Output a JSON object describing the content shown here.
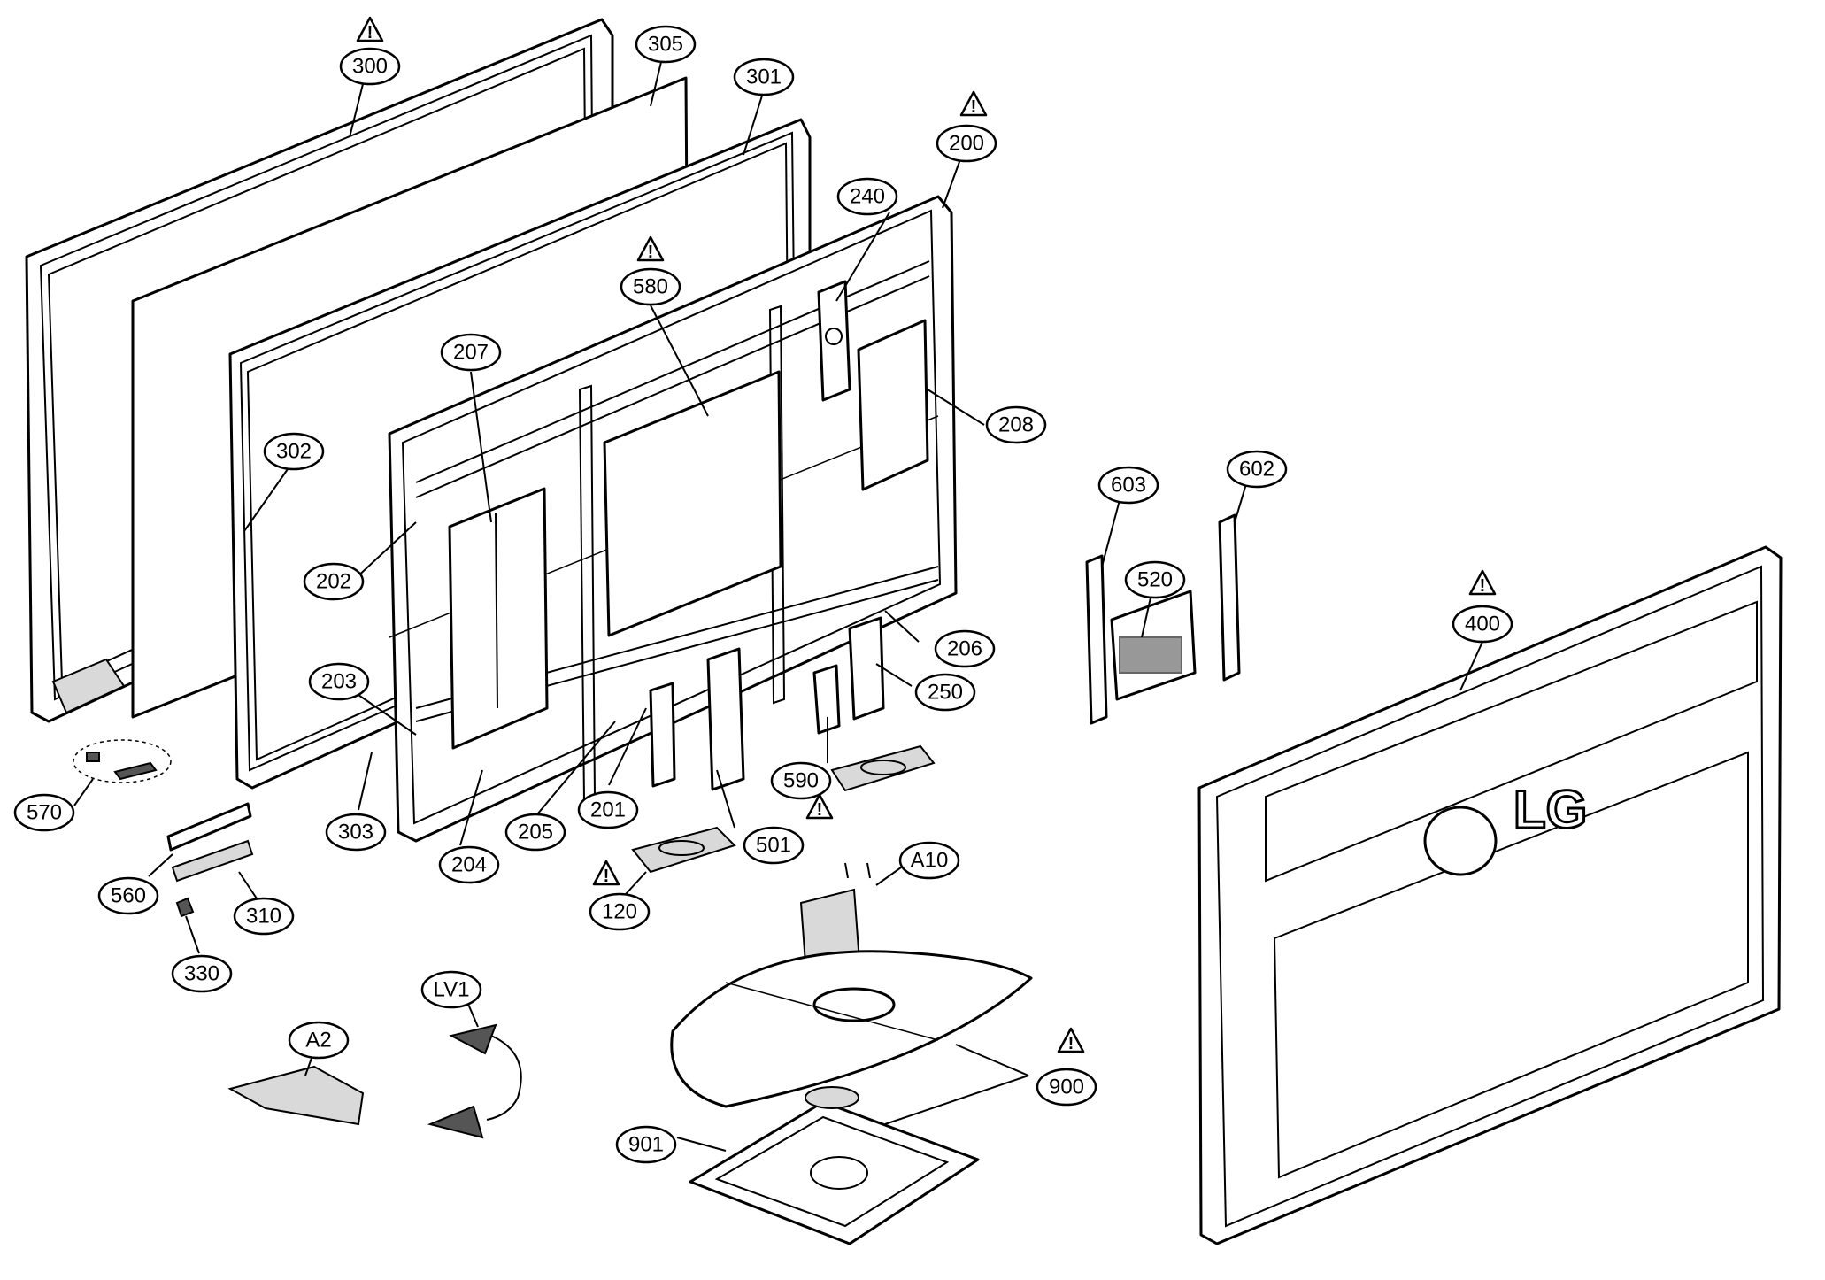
{
  "diagram": {
    "callouts": {
      "c300": "300",
      "c305": "305",
      "c301": "301",
      "c200": "200",
      "c240": "240",
      "c580": "580",
      "c207": "207",
      "c208": "208",
      "c302": "302",
      "c202": "202",
      "c203": "203",
      "c206": "206",
      "c250": "250",
      "c590": "590",
      "c570": "570",
      "c303": "303",
      "c204": "204",
      "c205": "205",
      "c201": "201",
      "c501": "501",
      "c560": "560",
      "c310": "310",
      "c330": "330",
      "c120": "120",
      "cA10": "A10",
      "cLV1": "LV1",
      "cA2": "A2",
      "c900": "900",
      "c901": "901",
      "c603": "603",
      "c602": "602",
      "c520": "520",
      "c400": "400"
    },
    "warning_mark": "!",
    "logo": "LG"
  }
}
